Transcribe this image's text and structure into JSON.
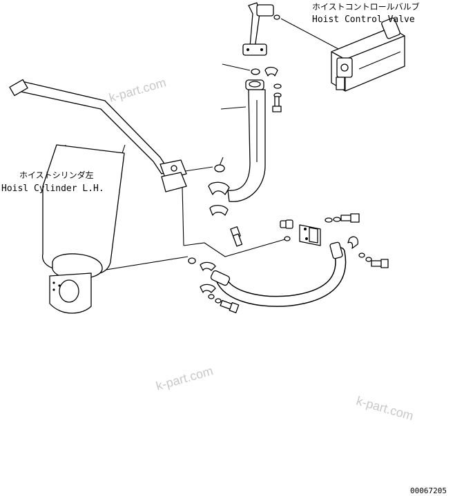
{
  "labels": {
    "hoist_control_valve_jp": "ホイストコントロールバルブ",
    "hoist_control_valve_en": "Hoist Control Valve",
    "hoist_cylinder_jp": "ホイストシリンダ左",
    "hoist_cylinder_en": "Hoisl Cylinder L.H."
  },
  "watermarks": [
    "k-part.com",
    "k-part.com",
    "k-part.com",
    "k-part.com"
  ],
  "drawing_number": "00067205"
}
